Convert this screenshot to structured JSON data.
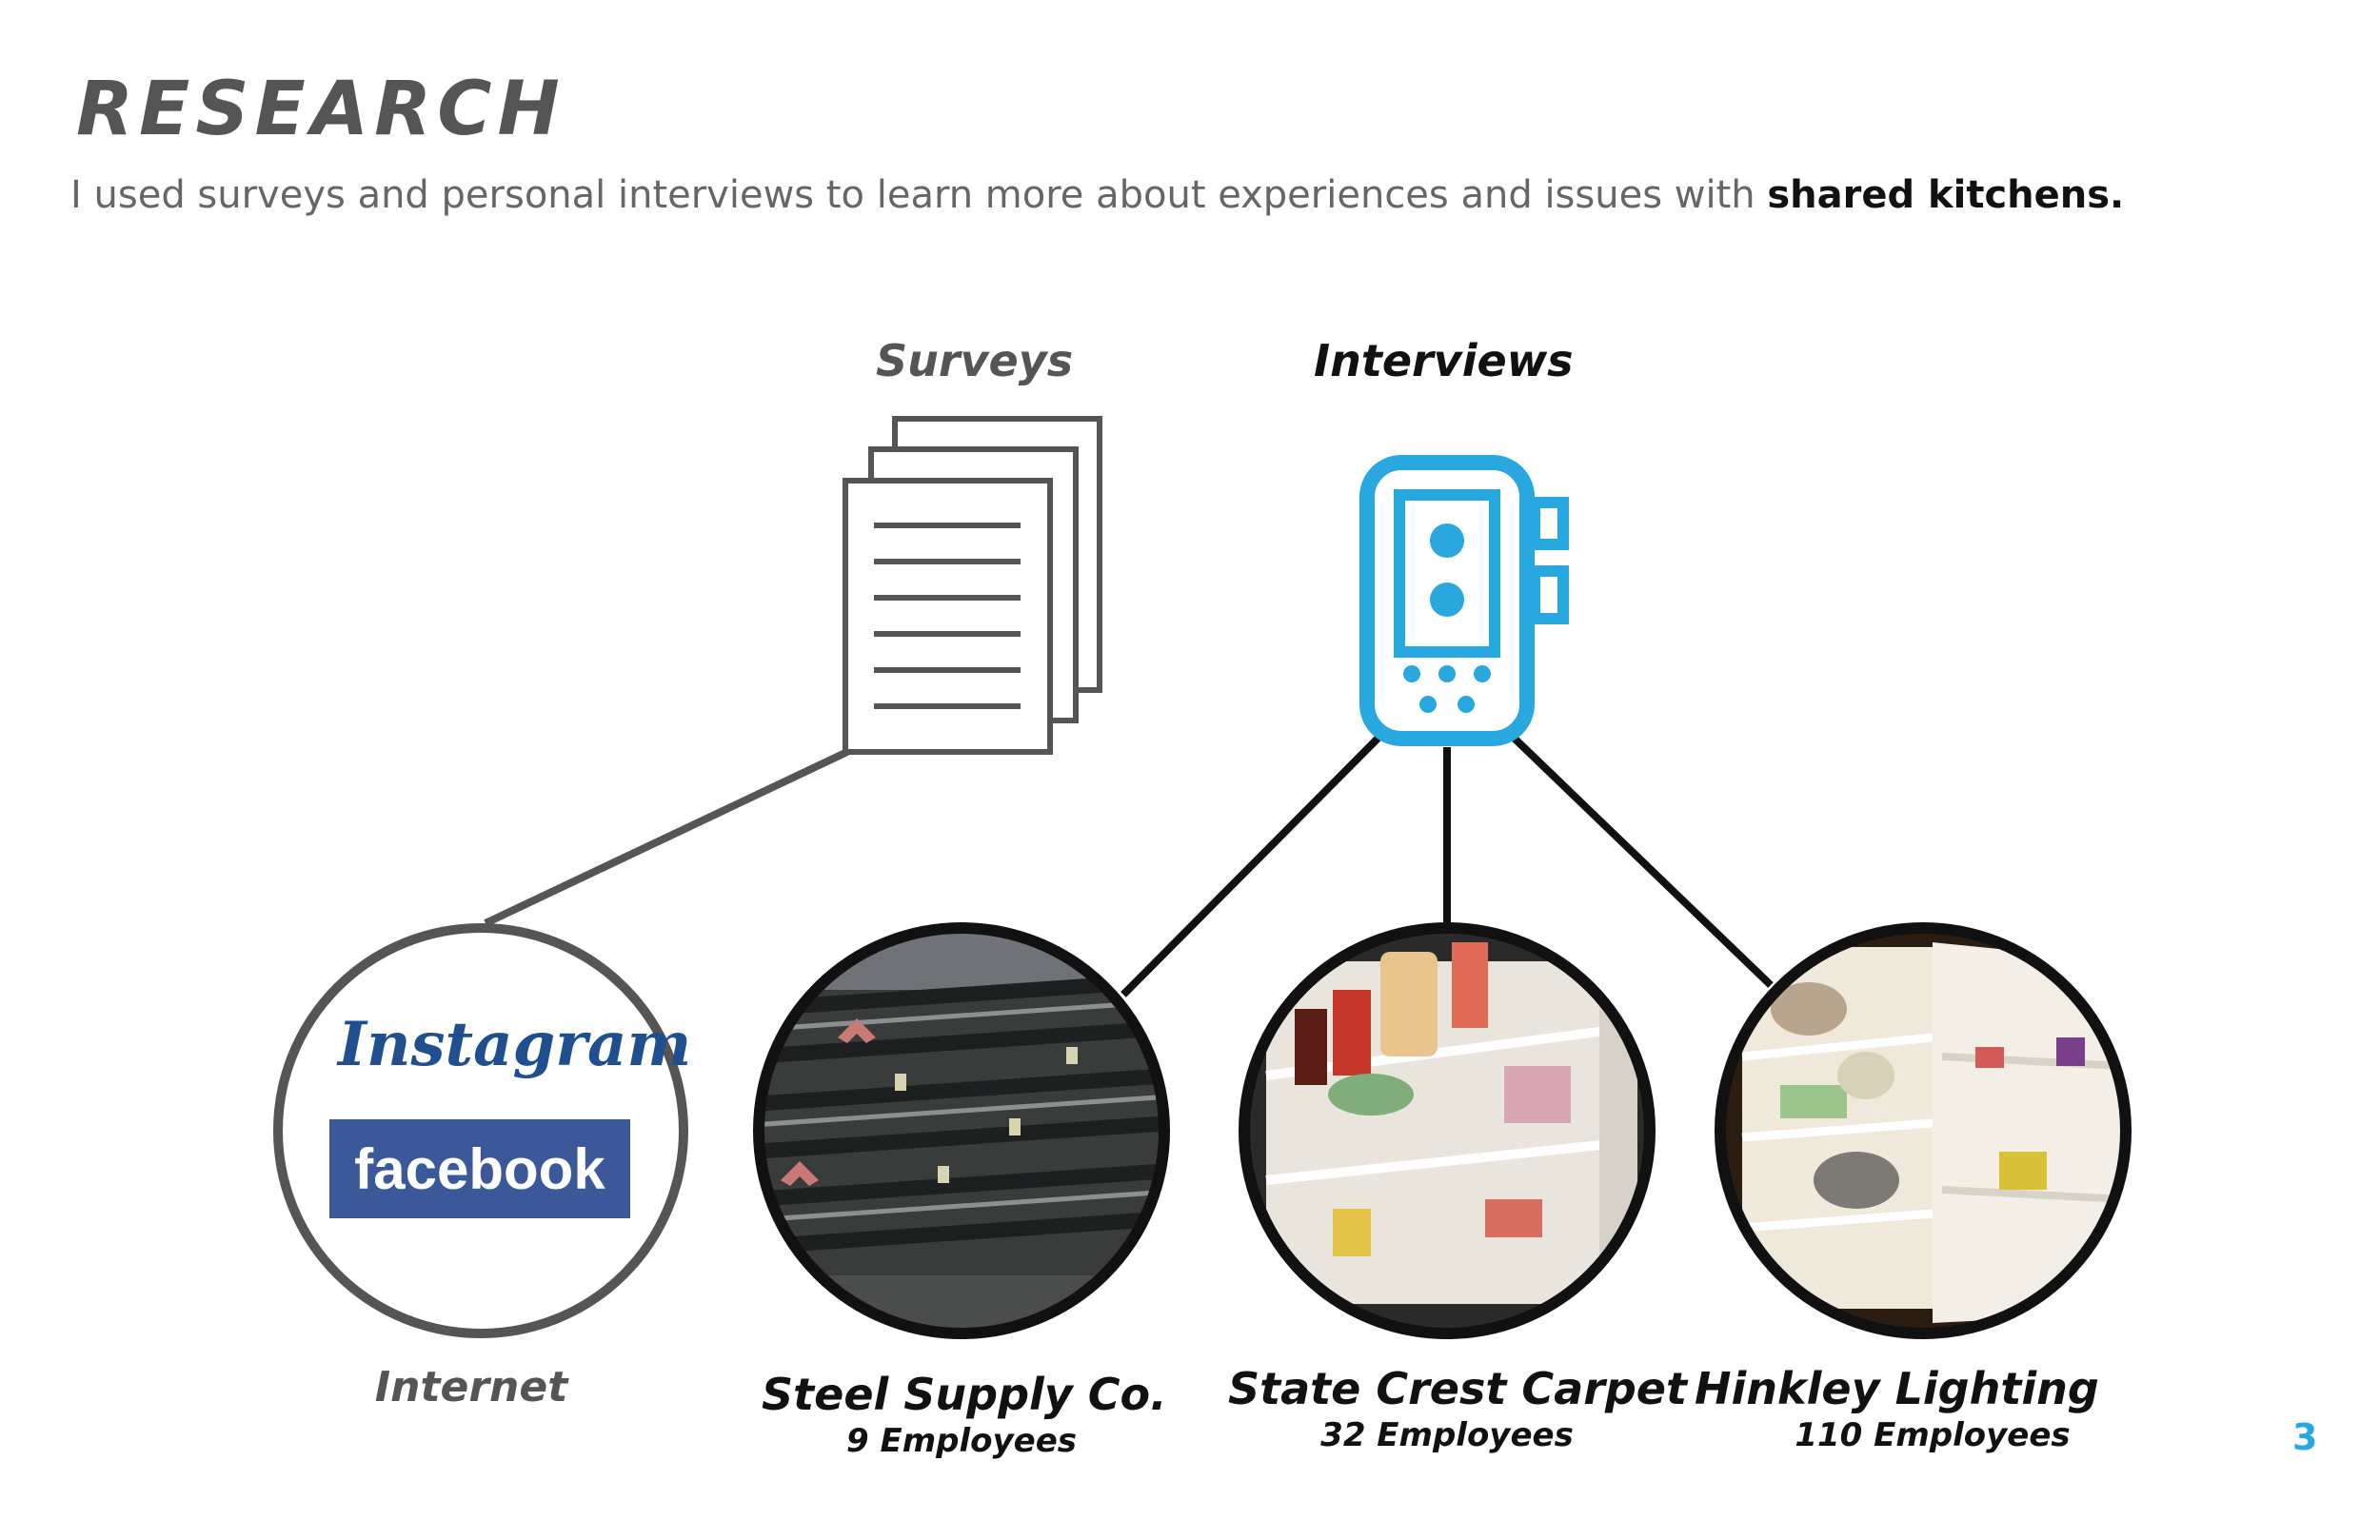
{
  "header": {
    "title": "RESEARCH",
    "subtitle_prefix": "I used surveys and personal interviews to learn more about experiences and issues with",
    "subtitle_emphasis": "shared kitchens."
  },
  "methods": {
    "surveys": "Surveys",
    "interviews": "Interviews"
  },
  "sources": [
    {
      "name": "Internet",
      "detail": ""
    },
    {
      "name": "Steel Supply Co.",
      "detail": "9 Employees"
    },
    {
      "name": "State Crest Carpet",
      "detail": "32 Employees"
    },
    {
      "name": "Hinkley Lighting",
      "detail": "110 Employees"
    }
  ],
  "logos": {
    "instagram": "Instagram",
    "facebook": "facebook"
  },
  "icons": {
    "surveys": "documents-stack-icon",
    "interviews": "voice-recorder-icon"
  },
  "colors": {
    "accent": "#29a8e0",
    "facebook": "#3b5998",
    "instagram": "#1f4f8f",
    "gray": "#555555"
  },
  "page": {
    "number": "3"
  }
}
